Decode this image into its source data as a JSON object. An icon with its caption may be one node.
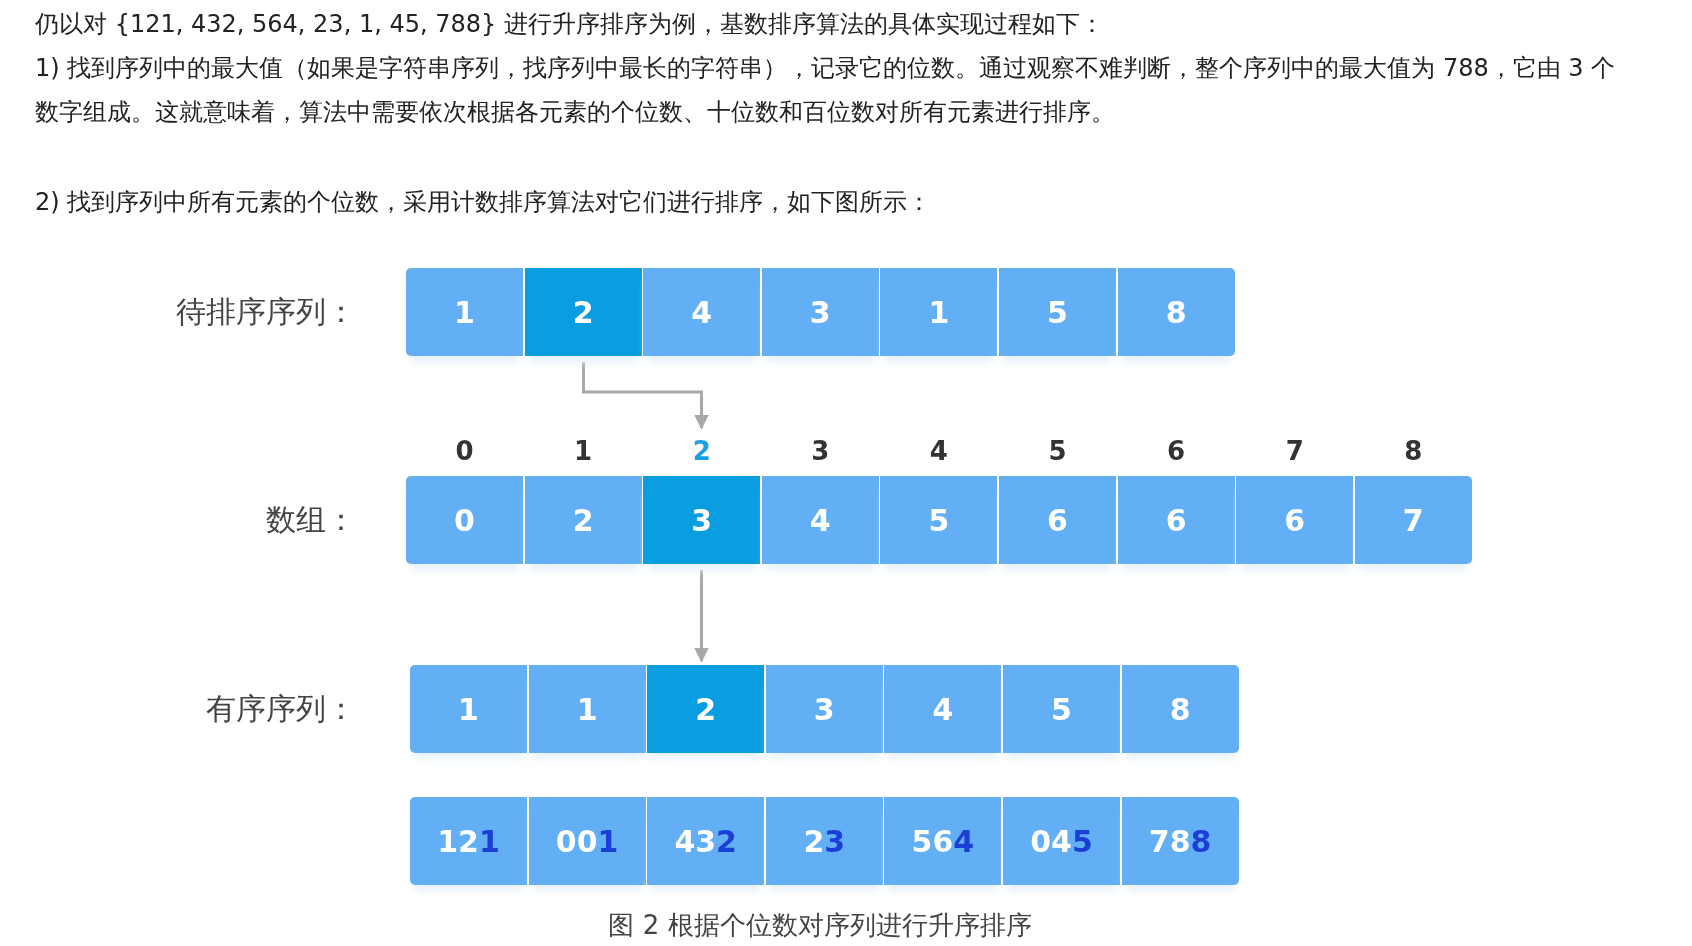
{
  "diagram": {
    "caption": "图 2 根据个位数对序列进行升序排序",
    "nodes": [
      {
        "text": [
          "1"
        ]
      },
      {
        "text": [
          "2"
        ]
      },
      {
        "text": [
          "4"
        ]
      },
      {
        "text": [
          "3"
        ]
      },
      {
        "text": [
          "1"
        ]
      },
      {
        "text": [
          "5"
        ]
      },
      {
        "text": [
          "8"
        ]
      },
      {
        "text": [
          "0"
        ],
        "beside": [
          "0"
        ]
      },
      {
        "text": [
          "2"
        ],
        "beside": [
          "1"
        ]
      },
      {
        "text": [
          "3"
        ],
        "beside": [
          "2"
        ]
      },
      {
        "text": [
          "4"
        ],
        "beside": [
          "3"
        ]
      },
      {
        "text": [
          "5"
        ],
        "beside": [
          "4"
        ]
      },
      {
        "text": [
          "6"
        ],
        "beside": [
          "5"
        ]
      },
      {
        "text": [
          "6"
        ],
        "beside": [
          "6"
        ]
      },
      {
        "text": [
          "6"
        ],
        "beside": [
          "7"
        ]
      },
      {
        "text": [
          "7"
        ],
        "beside": [
          "8"
        ]
      },
      {
        "text": [
          "1"
        ]
      },
      {
        "text": [
          "1"
        ]
      },
      {
        "text": [
          "2"
        ]
      },
      {
        "text": [
          "3"
        ]
      },
      {
        "text": [
          "4"
        ]
      },
      {
        "text": [
          "5"
        ]
      },
      {
        "text": [
          "8"
        ]
      },
      {
        "text": [
          "121"
        ]
      },
      {
        "text": [
          "001"
        ]
      },
      {
        "text": [
          "432"
        ]
      },
      {
        "text": [
          "23"
        ]
      },
      {
        "text": [
          "564"
        ]
      },
      {
        "text": [
          "045"
        ]
      },
      {
        "text": [
          "788"
        ]
      }
    ],
    "edges": [
      {
        "from": 1,
        "to": 9,
        "arrow": "to"
      },
      {
        "from": 9,
        "to": 18,
        "arrow": "to"
      }
    ],
    "labels": [
      "仍以对 {121, 432, 564, 23, 1, 45, 788} 进行升序排序为例，基数排序算法的具体实现过程如下：",
      "1) 找到序列中的最大值（如果是字符串序列，找序列中最长的字符串），记录它的位数。通过观察不难判断，整个序列中的最大值为 788，它由 3 个数字组成。这就意味着，算法中需要依次根据各元素的个位数、十位数和百位数对所有元素进行排序。",
      "2) 找到序列中所有元素的个位数，采用计数排序算法对它们进行排序，如下图所示：",
      "待排序序列：",
      "数组：",
      "有序序列："
    ]
  }
}
